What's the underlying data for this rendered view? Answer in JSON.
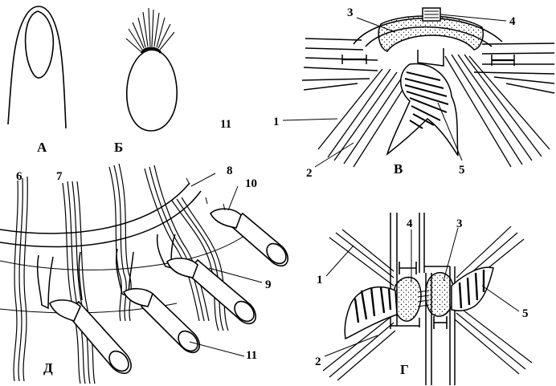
{
  "panels": {
    "A": {
      "label": "А"
    },
    "B": {
      "label": "Б"
    },
    "V": {
      "label": "В",
      "callouts": [
        "1",
        "2",
        "3",
        "4",
        "5"
      ]
    },
    "G": {
      "label": "Г",
      "callouts": [
        "1",
        "2",
        "3",
        "4",
        "5"
      ]
    },
    "D": {
      "label": "Д",
      "callouts": [
        "6",
        "7",
        "8",
        "9",
        "10",
        "11"
      ]
    }
  },
  "figure_number": "11",
  "colors": {
    "ink": "#000000",
    "paper": "#ffffff"
  }
}
